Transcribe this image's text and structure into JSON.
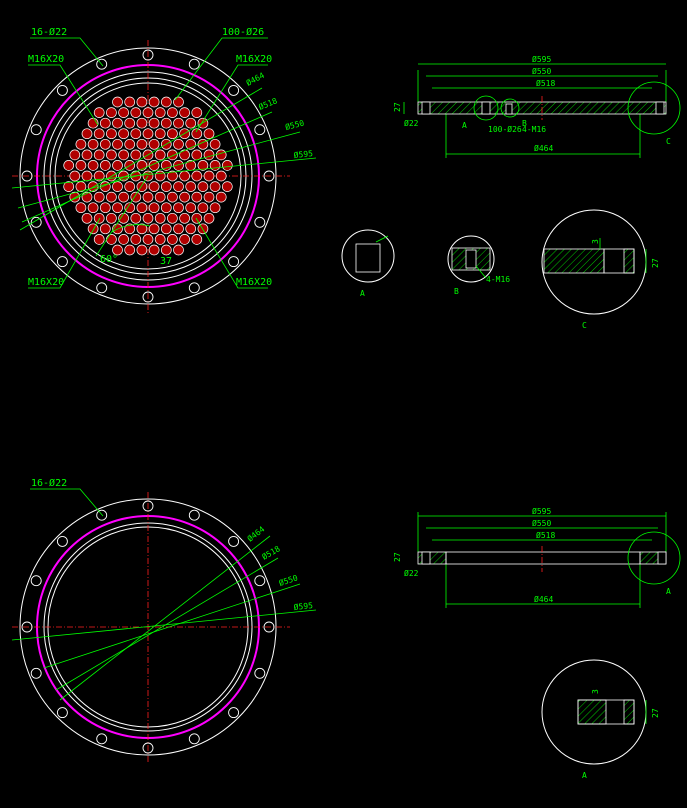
{
  "colors": {
    "background": "#000000",
    "outline": "#ffffff",
    "dimension": "#00ff00",
    "centerline": "#ff2020",
    "bolt_circle": "#ff00ff",
    "tube": "#cc0000"
  },
  "top_plate": {
    "bolt_holes": "16-Ø22",
    "tube_holes": "100-Ø26",
    "tap_tl": "M16X20",
    "tap_tr": "M16X20",
    "tap_bl": "M16X20",
    "tap_br": "M16X20",
    "d464": "Ø464",
    "d518": "Ø518",
    "d550": "Ø550",
    "d595": "Ø595",
    "angle": "60°",
    "pitch": "37"
  },
  "top_section": {
    "d595": "Ø595",
    "d550": "Ø550",
    "d518": "Ø518",
    "d464": "Ø464",
    "thick": "27",
    "hole": "Ø22",
    "marker_a": "A",
    "marker_b": "B",
    "marker_c": "C",
    "holes_note": "100-Ø26",
    "tap_note": "4-M16"
  },
  "details": {
    "a_label": "A",
    "b_label": "B",
    "b_tap": "4-M16",
    "c_label": "C",
    "c_dim3": "3",
    "c_dim27": "27"
  },
  "bottom_plate": {
    "bolt_holes": "16-Ø22",
    "d464": "Ø464",
    "d518": "Ø518",
    "d550": "Ø550",
    "d595": "Ø595"
  },
  "bottom_section": {
    "d595": "Ø595",
    "d550": "Ø550",
    "d518": "Ø518",
    "d464": "Ø464",
    "thick": "27",
    "hole": "Ø22",
    "marker_a": "A"
  },
  "bottom_detail": {
    "label": "A",
    "dim3": "3",
    "dim27": "27"
  }
}
